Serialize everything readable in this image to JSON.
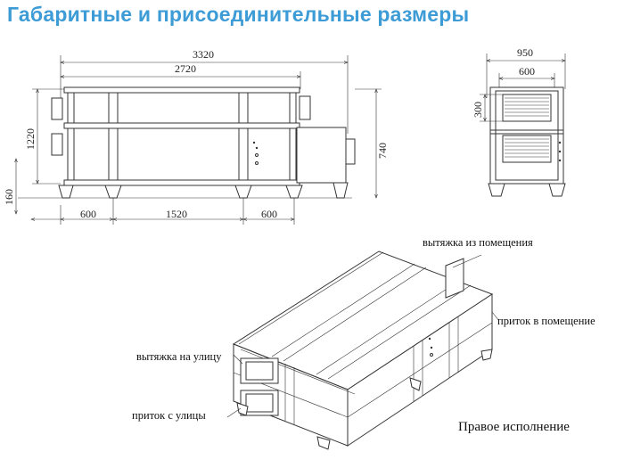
{
  "title": "Габаритные и присоединительные размеры",
  "front_view": {
    "dim_total": "3320",
    "dim_inner": "2720",
    "dim_height": "1220",
    "dim_legs": "160",
    "dim_side_height": "740",
    "dim_left": "600",
    "dim_mid": "1520",
    "dim_right": "600"
  },
  "side_view": {
    "dim_width": "950",
    "dim_inner": "600",
    "dim_height": "300"
  },
  "iso_view": {
    "label_exhaust_room": "вытяжка из помещения",
    "label_supply_room": "приток в помещение",
    "label_exhaust_street": "вытяжка на улицу",
    "label_supply_street": "приток с улицы",
    "caption": "Правое исполнение"
  }
}
